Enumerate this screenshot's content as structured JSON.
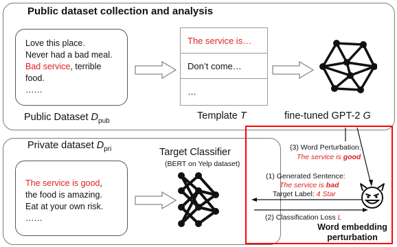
{
  "top_panel": {
    "title": "Public dataset collection and analysis",
    "public_text": {
      "line1": "Love this place.",
      "line2": "Never had a bad meal.",
      "line3_red": "Bad service",
      "line3_rest": ", terrible",
      "line4": "food.",
      "line5": "……"
    },
    "template_rows": [
      "The service is…",
      "Don’t come…",
      "…"
    ],
    "public_caption": "Public Dataset ",
    "public_symbol": "D",
    "public_sub": "pub",
    "template_caption": "Template ",
    "template_symbol": "T",
    "gpt_caption": "fine-tuned GPT-2 ",
    "gpt_symbol": "G"
  },
  "bottom_panel": {
    "title": "Private dataset ",
    "title_symbol": "D",
    "title_sub": "pri",
    "private_text": {
      "line1_red": "The service is good",
      "line1_rest": ",",
      "line2": "the food is amazing.",
      "line3": "Eat at your own risk.",
      "line4": "……"
    },
    "classifier_title": "Target Classifier",
    "classifier_sub": "(BERT on Yelp dataset)"
  },
  "perturbation": {
    "step3_label": "(3) Word Perturbation:",
    "step3_text_plain": "The service is ",
    "step3_text_bold": "good",
    "step1_label": "(1) Generated Sentence:",
    "step1_text_plain": "The service is ",
    "step1_text_bold": "bad",
    "target_label_prefix": "Target Label: ",
    "target_label_value": "4 Star",
    "step2_label": "(2) Classification Loss ",
    "step2_symbol": "L",
    "title_line1": "Word embedding",
    "title_line2": "perturbation"
  },
  "colors": {
    "accent_red": "#e02020",
    "panel_border": "#7a7a7a",
    "highlight_border": "#ff0000"
  },
  "icons": [
    "gpt-network-icon",
    "classifier-network-icon",
    "devil-face-icon",
    "right-arrow-icon"
  ]
}
